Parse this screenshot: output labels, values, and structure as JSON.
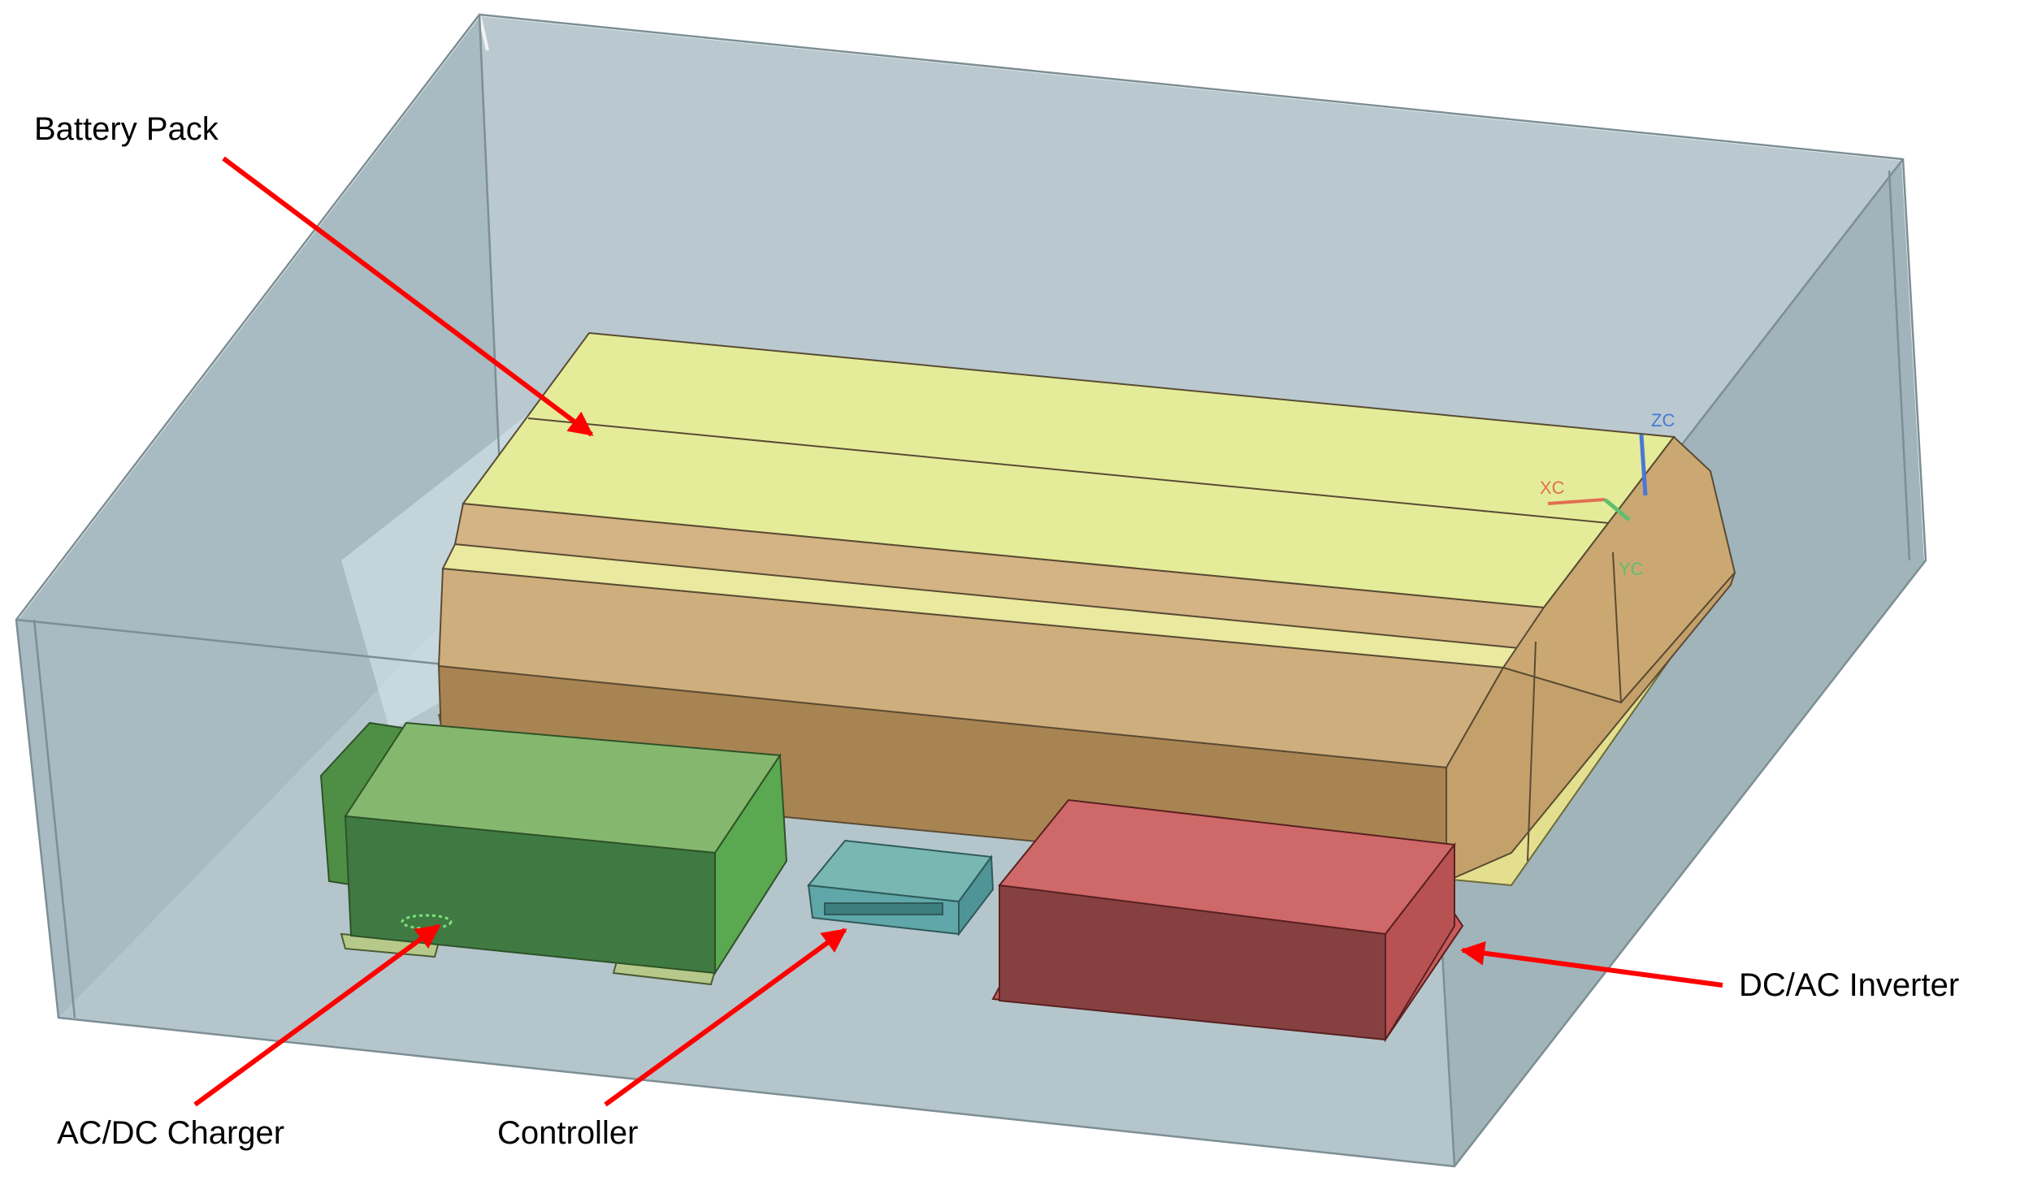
{
  "labels": {
    "battery_pack": "Battery Pack",
    "ac_dc_charger": "AC/DC Charger",
    "controller": "Controller",
    "dc_ac_inverter": "DC/AC Inverter"
  },
  "axes": {
    "x": "XC",
    "y": "YC",
    "z": "ZC"
  },
  "colors": {
    "enclosure": "#aabdc4",
    "battery_top": "#e4ec9a",
    "battery_side": "#cdb27e",
    "charger": "#5f9e5a",
    "controller": "#6cb2b4",
    "inverter": "#c05a5a",
    "arrow": "#ff0000",
    "axis_x": "#e07050",
    "axis_y": "#5fbf6f",
    "axis_z": "#4a78d6"
  }
}
